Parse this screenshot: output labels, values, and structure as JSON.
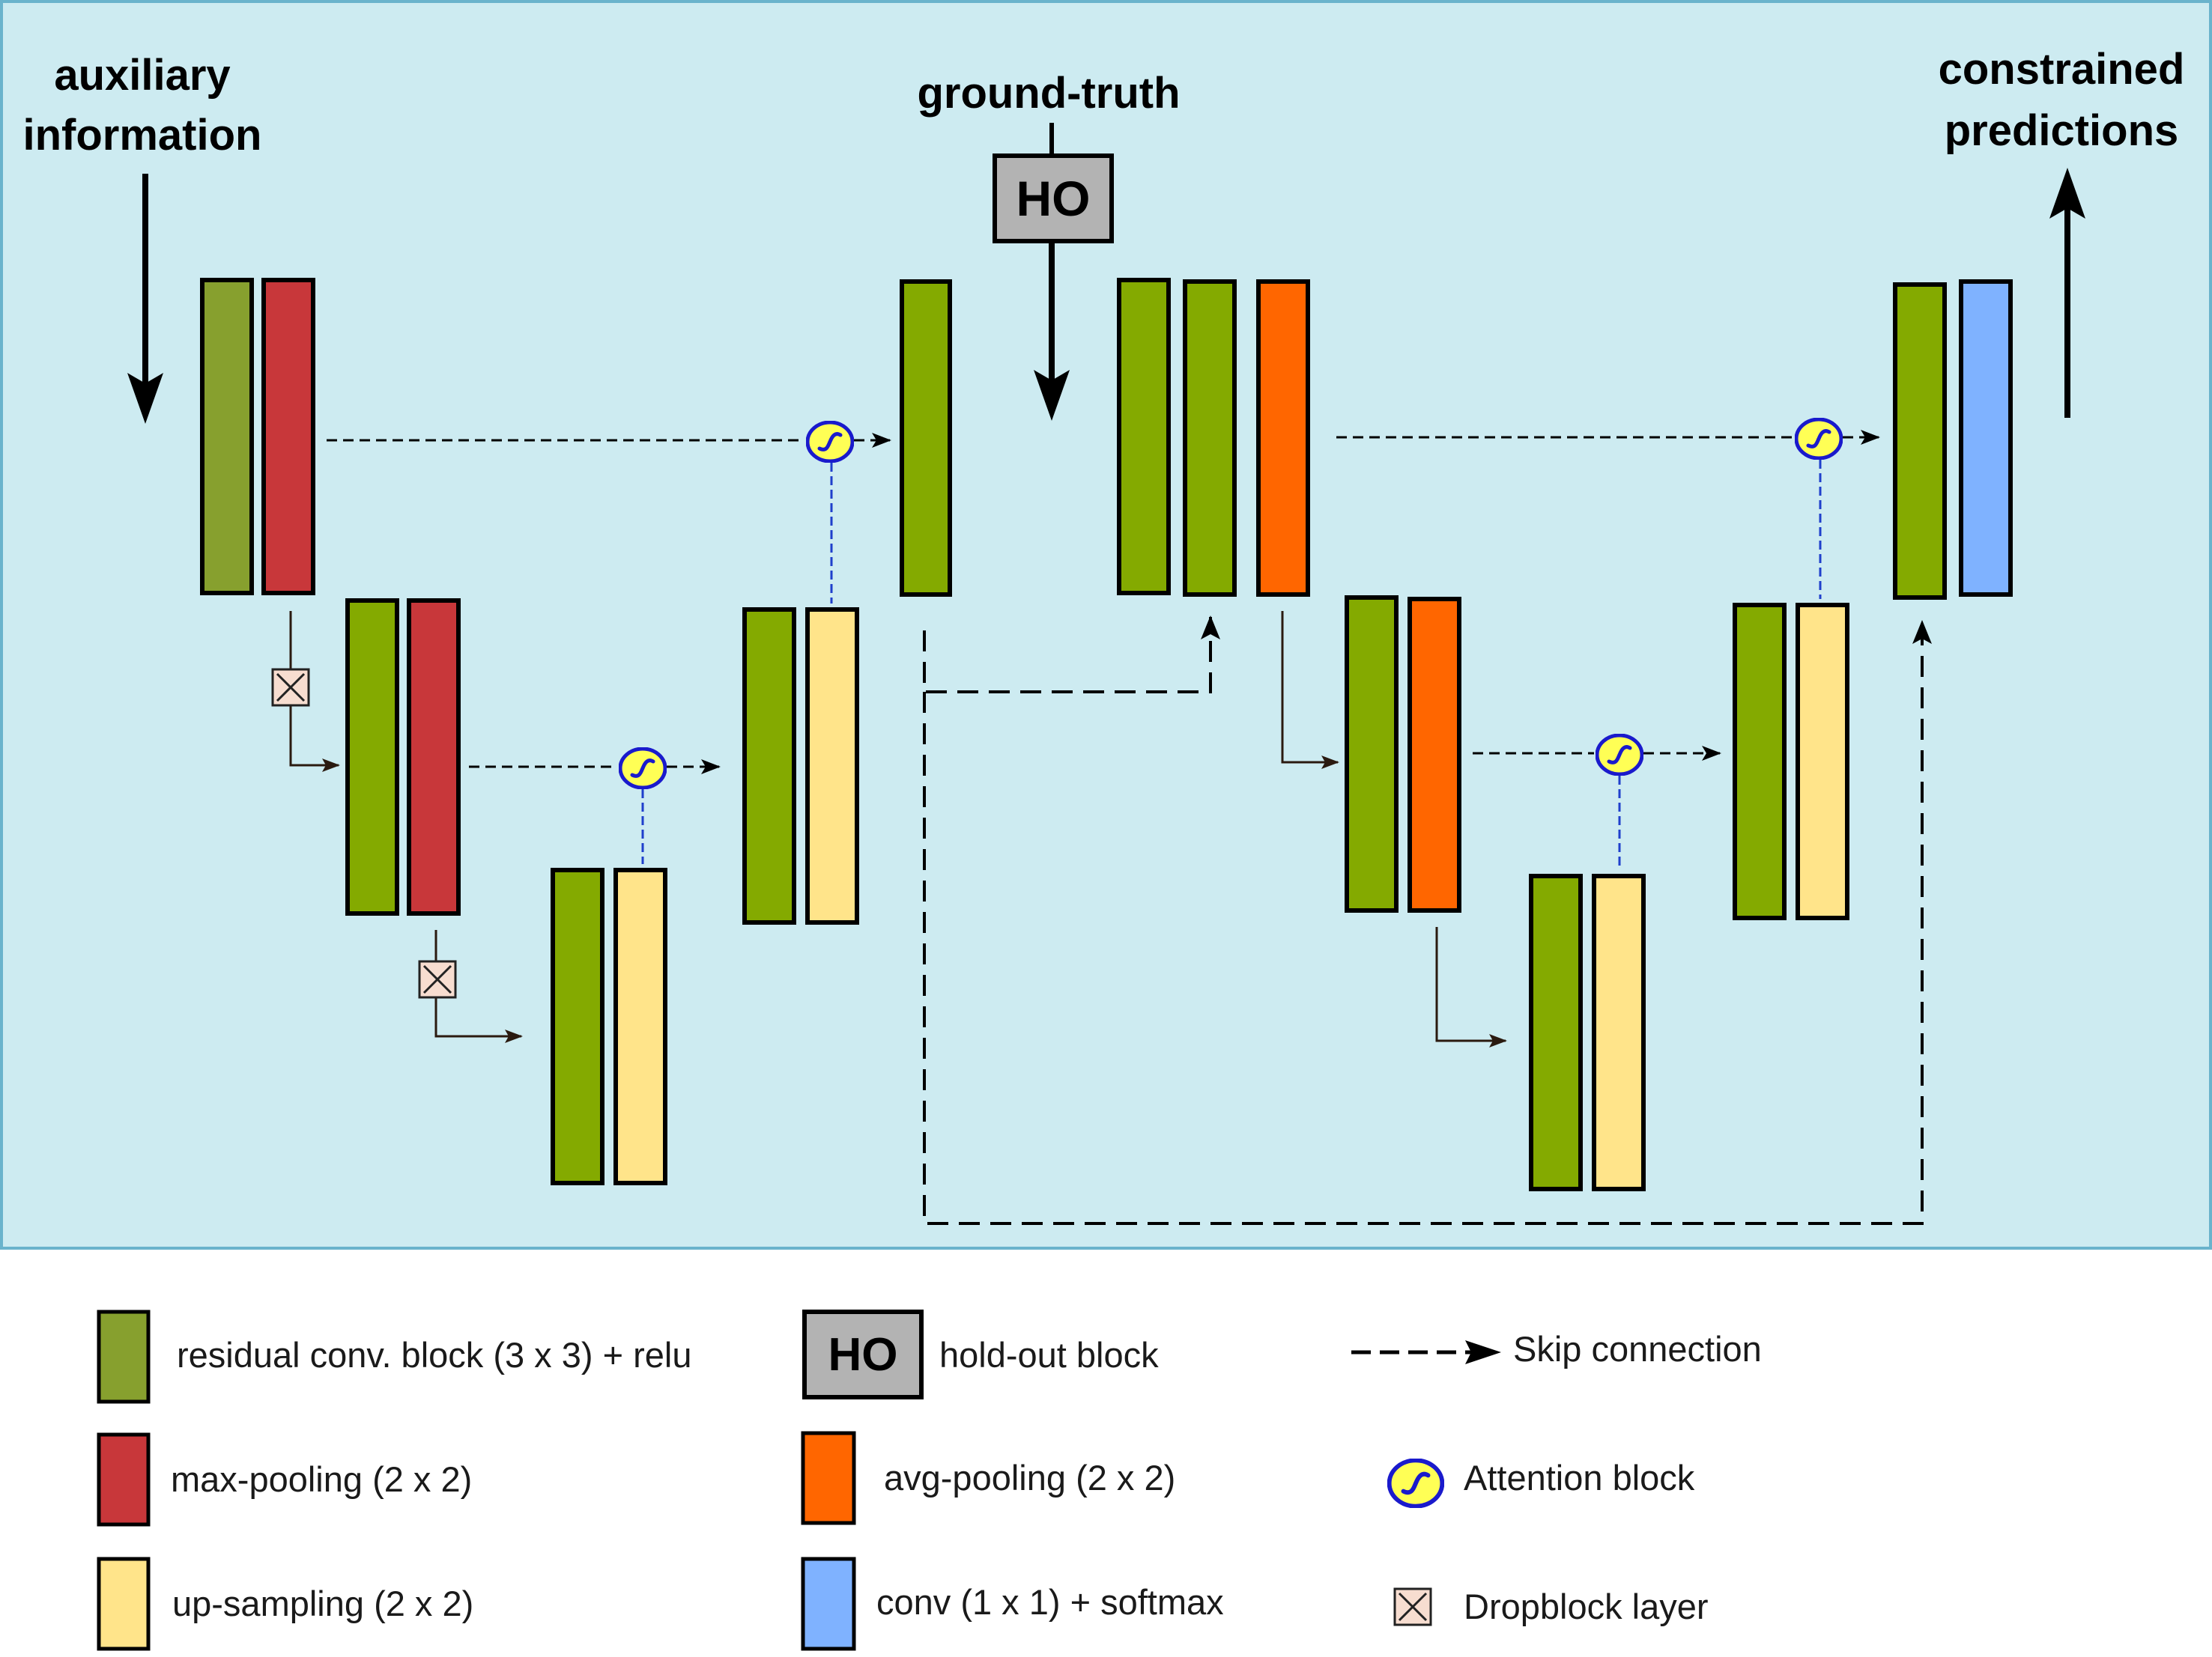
{
  "labels": {
    "aux_line1": "auxiliary",
    "aux_line2": "information",
    "ground_truth": "ground-truth",
    "holdout_block": "HO",
    "constrained_line1": "constrained",
    "constrained_line2": "predictions"
  },
  "legend": {
    "residual": "residual conv. block (3 x 3) + relu",
    "maxpool": "max-pooling (2 x 2)",
    "upsample": "up-sampling (2 x 2)",
    "holdout_symbol": "HO",
    "holdout": "hold-out block",
    "avgpool": "avg-pooling (2 x 2)",
    "conv1x1": "conv (1 x 1) + softmax",
    "skip": "Skip connection",
    "attention": "Attention block",
    "dropblock": "Dropblock layer"
  },
  "colors": {
    "panel_bg": "#cdebf1",
    "panel_border": "#6ab3cc",
    "residual_first": "#87a02e",
    "residual": "#84aa00",
    "maxpool": "#c8373a",
    "upsample": "#ffe48a",
    "avgpool": "#ff6600",
    "conv1x1": "#7fb2ff",
    "holdout": "#b3b3b3",
    "attention_fill": "#ffff55",
    "attention_stroke": "#1a1acc",
    "dropblock_fill": "#f7ddd0",
    "attention_link": "#1f3fcc"
  }
}
